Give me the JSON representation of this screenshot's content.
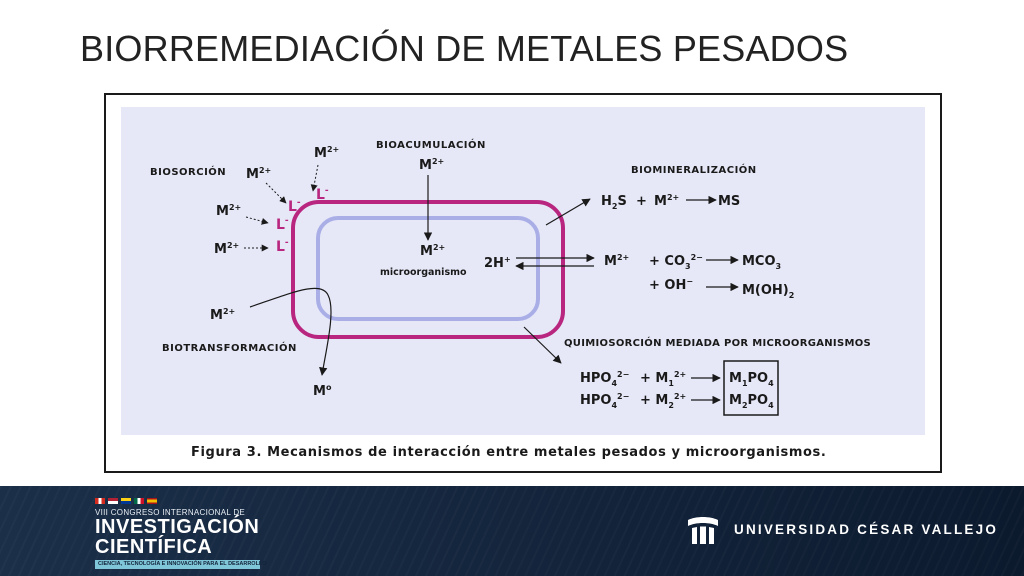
{
  "slide": {
    "title": "BIORREMEDIACIÓN DE METALES PESADOS"
  },
  "diagram": {
    "caption": "Figura 3. Mecanismos de interacción entre metales pesados y microorganismos.",
    "labels": {
      "bioacumulacion": "BIOACUMULACIÓN",
      "biosorcion": "BIOSORCIÓN",
      "biomineralizacion": "BIOMINERALIZACIÓN",
      "quimiosorcion": "QUIMIOSORCIÓN MEDIADA POR MICROORGANISMOS",
      "biotransformacion": "BIOTRANSFORMACIÓN",
      "microorganismo": "microorganismo"
    },
    "metal_ion": "M",
    "metal_charge": "2+",
    "ligand": "L",
    "ligand_charge": "-",
    "zero_valent": "M",
    "zero_valent_charge": "o",
    "proton": "2H",
    "proton_charge": "+",
    "h2s": {
      "a": "H",
      "b": "2",
      "c": "S"
    },
    "plus": "+",
    "ms": "MS",
    "co3": {
      "a": "+ CO",
      "b": "3",
      "c": "2−"
    },
    "mco3": {
      "a": "MCO",
      "b": "3"
    },
    "oh": {
      "a": "+ OH",
      "b": "−"
    },
    "moh": {
      "a": "M(OH)",
      "b": "2"
    },
    "hpo4": {
      "a": "HPO",
      "b": "4",
      "c": "2−"
    },
    "m1": {
      "a": "+ M",
      "b": "1",
      "c": "2+"
    },
    "m2": {
      "a": "+ M",
      "b": "2",
      "c": "2+"
    },
    "m1po4": {
      "a": "M",
      "b": "1",
      "c": "PO",
      "d": "4"
    },
    "m2po4": {
      "a": "M",
      "b": "2",
      "c": "PO",
      "d": "4"
    },
    "colors": {
      "panel_bg": "#e6e8f8",
      "outer_membrane": "#b8267f",
      "inner_membrane": "#a9aee6"
    }
  },
  "footer": {
    "congreso_top": "VIII CONGRESO INTERNACIONAL DE",
    "congreso_line1": "INVESTIGACIÓN",
    "congreso_line2": "CIENTÍFICA",
    "congreso_sub": "CIENCIA, TECNOLOGÍA E INNOVACIÓN PARA EL DESARROLLO",
    "university": "UNIVERSIDAD CÉSAR VALLEJO"
  }
}
